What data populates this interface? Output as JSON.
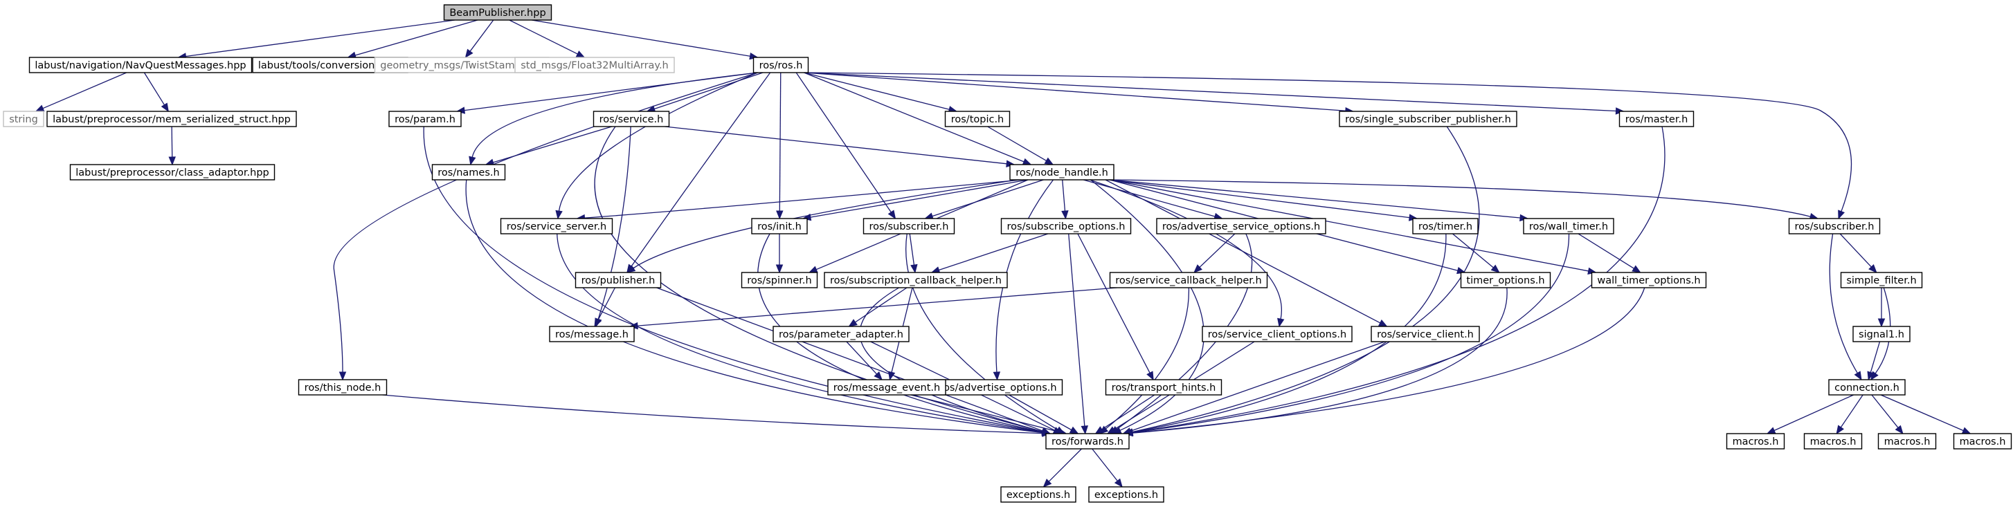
{
  "nodes": [
    {
      "id": "beam",
      "label": "BeamPublisher.hpp",
      "kind": "root"
    },
    {
      "id": "navq",
      "label": "labust/navigation/NavQuestMessages.hpp"
    },
    {
      "id": "conv",
      "label": "labust/tools/conversions.hpp"
    },
    {
      "id": "geom",
      "label": "geometry_msgs/TwistStamped.h",
      "kind": "ext"
    },
    {
      "id": "f32",
      "label": "std_msgs/Float32MultiArray.h",
      "kind": "ext"
    },
    {
      "id": "rosh",
      "label": "ros/ros.h"
    },
    {
      "id": "string",
      "label": "string",
      "kind": "ext"
    },
    {
      "id": "memser",
      "label": "labust/preprocessor/mem_serialized_struct.hpp"
    },
    {
      "id": "classad",
      "label": "labust/preprocessor/class_adaptor.hpp"
    },
    {
      "id": "param",
      "label": "ros/param.h"
    },
    {
      "id": "service",
      "label": "ros/service.h"
    },
    {
      "id": "topic",
      "label": "ros/topic.h"
    },
    {
      "id": "ssp",
      "label": "ros/single_subscriber_publisher.h"
    },
    {
      "id": "master",
      "label": "ros/master.h"
    },
    {
      "id": "names",
      "label": "ros/names.h"
    },
    {
      "id": "nodehandle",
      "label": "ros/node_handle.h"
    },
    {
      "id": "srvserver",
      "label": "ros/service_server.h"
    },
    {
      "id": "init",
      "label": "ros/init.h"
    },
    {
      "id": "subscriberA",
      "label": "ros/subscriber.h"
    },
    {
      "id": "subopts",
      "label": "ros/subscribe_options.h"
    },
    {
      "id": "advsrvopts",
      "label": "ros/advertise_service_options.h"
    },
    {
      "id": "timer",
      "label": "ros/timer.h"
    },
    {
      "id": "walltimer",
      "label": "ros/wall_timer.h"
    },
    {
      "id": "subscriberB",
      "label": "ros/subscriber.h"
    },
    {
      "id": "publisher",
      "label": "ros/publisher.h"
    },
    {
      "id": "spinner",
      "label": "ros/spinner.h"
    },
    {
      "id": "subcb",
      "label": "ros/subscription_callback_helper.h"
    },
    {
      "id": "srvcb",
      "label": "ros/service_callback_helper.h"
    },
    {
      "id": "timeropts",
      "label": "timer_options.h"
    },
    {
      "id": "walltimeropts",
      "label": "wall_timer_options.h"
    },
    {
      "id": "simplefilter",
      "label": "simple_filter.h"
    },
    {
      "id": "message",
      "label": "ros/message.h"
    },
    {
      "id": "paramadapter",
      "label": "ros/parameter_adapter.h"
    },
    {
      "id": "srvclientopts",
      "label": "ros/service_client_options.h"
    },
    {
      "id": "srvclient",
      "label": "ros/service_client.h"
    },
    {
      "id": "signal1",
      "label": "signal1.h"
    },
    {
      "id": "thisnode",
      "label": "ros/this_node.h"
    },
    {
      "id": "advopts",
      "label": "ros/advertise_options.h"
    },
    {
      "id": "msgevent",
      "label": "ros/message_event.h"
    },
    {
      "id": "transhints",
      "label": "ros/transport_hints.h"
    },
    {
      "id": "connection",
      "label": "connection.h"
    },
    {
      "id": "forwards",
      "label": "ros/forwards.h"
    },
    {
      "id": "macros1",
      "label": "macros.h"
    },
    {
      "id": "macros2",
      "label": "macros.h"
    },
    {
      "id": "macros3",
      "label": "macros.h"
    },
    {
      "id": "macros4",
      "label": "macros.h"
    },
    {
      "id": "exc1",
      "label": "exceptions.h"
    },
    {
      "id": "exc2",
      "label": "exceptions.h"
    }
  ],
  "edges": [
    [
      "beam",
      "navq"
    ],
    [
      "beam",
      "conv"
    ],
    [
      "beam",
      "geom"
    ],
    [
      "beam",
      "f32"
    ],
    [
      "beam",
      "rosh"
    ],
    [
      "navq",
      "string"
    ],
    [
      "navq",
      "memser"
    ],
    [
      "memser",
      "classad"
    ],
    [
      "rosh",
      "param"
    ],
    [
      "rosh",
      "service"
    ],
    [
      "rosh",
      "topic"
    ],
    [
      "rosh",
      "ssp"
    ],
    [
      "rosh",
      "master"
    ],
    [
      "rosh",
      "names"
    ],
    [
      "rosh",
      "nodehandle"
    ],
    [
      "rosh",
      "srvserver"
    ],
    [
      "rosh",
      "init"
    ],
    [
      "rosh",
      "subscriberA"
    ],
    [
      "rosh",
      "subscriberB"
    ],
    [
      "rosh",
      "publisher"
    ],
    [
      "rosh",
      "thisnode"
    ],
    [
      "param",
      "forwards"
    ],
    [
      "service",
      "names"
    ],
    [
      "service",
      "nodehandle"
    ],
    [
      "service",
      "message"
    ],
    [
      "service",
      "forwards"
    ],
    [
      "topic",
      "nodehandle"
    ],
    [
      "ssp",
      "forwards"
    ],
    [
      "master",
      "forwards"
    ],
    [
      "names",
      "forwards"
    ],
    [
      "nodehandle",
      "srvserver"
    ],
    [
      "nodehandle",
      "init"
    ],
    [
      "nodehandle",
      "subscriberA"
    ],
    [
      "nodehandle",
      "subopts"
    ],
    [
      "nodehandle",
      "advsrvopts"
    ],
    [
      "nodehandle",
      "timer"
    ],
    [
      "nodehandle",
      "walltimer"
    ],
    [
      "nodehandle",
      "subscriberB"
    ],
    [
      "nodehandle",
      "publisher"
    ],
    [
      "nodehandle",
      "spinner"
    ],
    [
      "nodehandle",
      "timeropts"
    ],
    [
      "nodehandle",
      "walltimeropts"
    ],
    [
      "nodehandle",
      "srvclientopts"
    ],
    [
      "nodehandle",
      "srvclient"
    ],
    [
      "nodehandle",
      "advopts"
    ],
    [
      "nodehandle",
      "forwards"
    ],
    [
      "srvserver",
      "forwards"
    ],
    [
      "init",
      "spinner"
    ],
    [
      "init",
      "forwards"
    ],
    [
      "subscriberA",
      "subcb"
    ],
    [
      "subscriberA",
      "forwards"
    ],
    [
      "subopts",
      "subcb"
    ],
    [
      "subopts",
      "transhints"
    ],
    [
      "subopts",
      "forwards"
    ],
    [
      "advsrvopts",
      "srvcb"
    ],
    [
      "advsrvopts",
      "forwards"
    ],
    [
      "timer",
      "timeropts"
    ],
    [
      "timer",
      "forwards"
    ],
    [
      "walltimer",
      "walltimeropts"
    ],
    [
      "walltimer",
      "forwards"
    ],
    [
      "subscriberB",
      "simplefilter"
    ],
    [
      "subscriberB",
      "connection"
    ],
    [
      "publisher",
      "message"
    ],
    [
      "publisher",
      "forwards"
    ],
    [
      "subcb",
      "paramadapter"
    ],
    [
      "subcb",
      "msgevent"
    ],
    [
      "subcb",
      "forwards"
    ],
    [
      "srvcb",
      "message"
    ],
    [
      "srvcb",
      "forwards"
    ],
    [
      "timeropts",
      "forwards"
    ],
    [
      "walltimeropts",
      "forwards"
    ],
    [
      "simplefilter",
      "signal1"
    ],
    [
      "simplefilter",
      "connection"
    ],
    [
      "paramadapter",
      "msgevent"
    ],
    [
      "paramadapter",
      "forwards"
    ],
    [
      "srvclientopts",
      "forwards"
    ],
    [
      "srvclient",
      "forwards"
    ],
    [
      "signal1",
      "connection"
    ],
    [
      "thisnode",
      "forwards"
    ],
    [
      "advopts",
      "forwards"
    ],
    [
      "msgevent",
      "forwards"
    ],
    [
      "transhints",
      "forwards"
    ],
    [
      "connection",
      "macros1"
    ],
    [
      "connection",
      "macros2"
    ],
    [
      "connection",
      "macros3"
    ],
    [
      "connection",
      "macros4"
    ],
    [
      "forwards",
      "exc1"
    ],
    [
      "forwards",
      "exc2"
    ]
  ]
}
